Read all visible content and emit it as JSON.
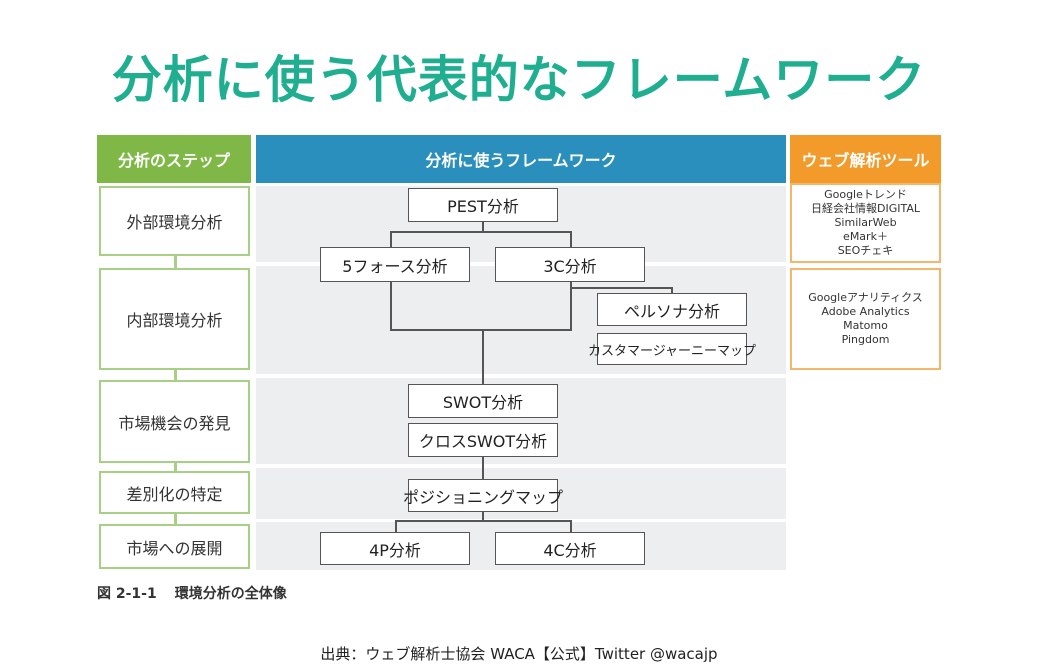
{
  "title": "分析に使う代表的なフレームワーク",
  "headers": {
    "steps": "分析のステップ",
    "frameworks": "分析に使うフレームワーク",
    "tools": "ウェブ解析ツール"
  },
  "steps": [
    "外部環境分析",
    "内部環境分析",
    "市場機会の発見",
    "差別化の特定",
    "市場への展開"
  ],
  "frameworks": {
    "pest": "PEST分析",
    "five_forces": "5フォース分析",
    "three_c": "3C分析",
    "persona": "ペルソナ分析",
    "journey": "カスタマージャーニーマップ",
    "swot": "SWOT分析",
    "cross_swot": "クロスSWOT分析",
    "positioning": "ポジショニングマップ",
    "four_p": "4P分析",
    "four_c": "4C分析"
  },
  "tools": {
    "external": [
      "Googleトレンド",
      "日経会社情報DIGITAL",
      "SimilarWeb",
      "eMark＋",
      "SEOチェキ"
    ],
    "internal": [
      "Googleアナリティクス",
      "Adobe Analytics",
      "Matomo",
      "Pingdom"
    ]
  },
  "caption": {
    "figure": "図 2-1-1",
    "text": "環境分析の全体像"
  },
  "source": "出典：ウェブ解析士協会 WACA【公式】Twitter @wacajp"
}
